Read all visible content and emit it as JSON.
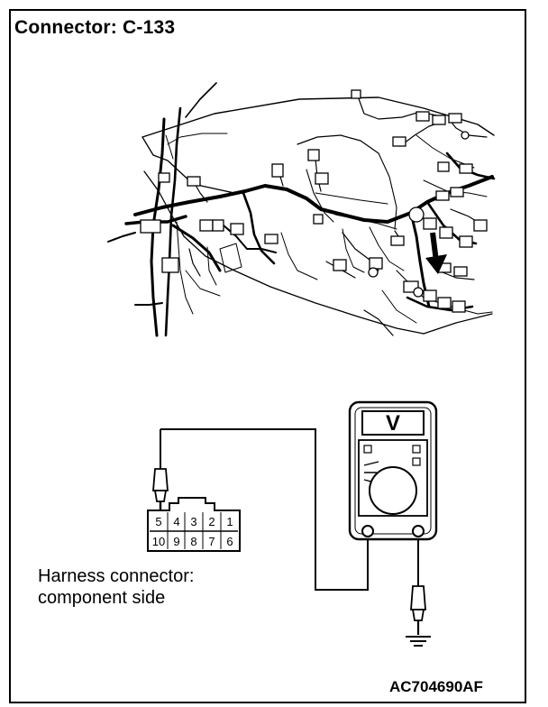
{
  "title": "Connector: C-133",
  "caption": {
    "line1": "Harness connector:",
    "line2": "component side"
  },
  "figure_code": "AC704690AF",
  "connector": {
    "top_row": [
      "5",
      "4",
      "3",
      "2",
      "1"
    ],
    "bottom_row": [
      "10",
      "9",
      "8",
      "7",
      "6"
    ]
  },
  "meter": {
    "display_symbol": "V"
  },
  "icons": [
    "wiring-harness-illustration",
    "voltmeter-icon",
    "ground-symbol-icon",
    "arrow-icon",
    "test-probe-icon"
  ]
}
